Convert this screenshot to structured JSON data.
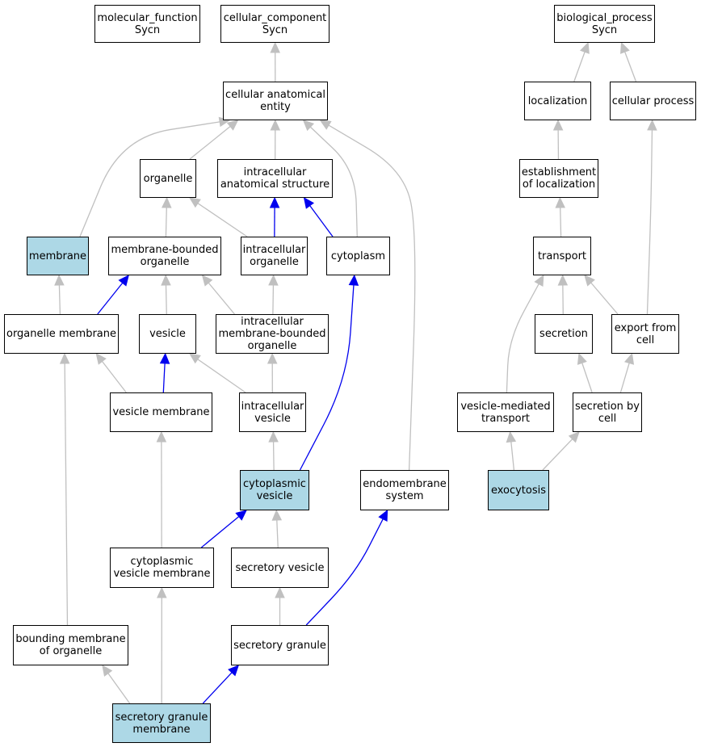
{
  "colors": {
    "background": "#ffffff",
    "highlight_fill": "#add8e6",
    "edge_gray": "#c0c0c0",
    "edge_blue": "#0000ee",
    "node_border": "#000000"
  },
  "nodes": [
    {
      "id": "molecular_function",
      "label": "molecular_function\nSycn",
      "highlight": false
    },
    {
      "id": "cellular_component",
      "label": "cellular_component\nSycn",
      "highlight": false
    },
    {
      "id": "biological_process",
      "label": "biological_process\nSycn",
      "highlight": false
    },
    {
      "id": "cellular_anatomical_entity",
      "label": "cellular anatomical\nentity",
      "highlight": false
    },
    {
      "id": "localization",
      "label": "localization",
      "highlight": false
    },
    {
      "id": "cellular_process",
      "label": "cellular process",
      "highlight": false
    },
    {
      "id": "organelle",
      "label": "organelle",
      "highlight": false
    },
    {
      "id": "intracellular_anatomical_structure",
      "label": "intracellular\nanatomical structure",
      "highlight": false
    },
    {
      "id": "establishment_of_localization",
      "label": "establishment\nof localization",
      "highlight": false
    },
    {
      "id": "membrane",
      "label": "membrane",
      "highlight": true
    },
    {
      "id": "membrane_bounded_organelle",
      "label": "membrane-bounded\norganelle",
      "highlight": false
    },
    {
      "id": "intracellular_organelle",
      "label": "intracellular\norganelle",
      "highlight": false
    },
    {
      "id": "cytoplasm",
      "label": "cytoplasm",
      "highlight": false
    },
    {
      "id": "transport",
      "label": "transport",
      "highlight": false
    },
    {
      "id": "organelle_membrane",
      "label": "organelle membrane",
      "highlight": false
    },
    {
      "id": "vesicle",
      "label": "vesicle",
      "highlight": false
    },
    {
      "id": "intracellular_membrane_bounded_organelle",
      "label": "intracellular\nmembrane-bounded\norganelle",
      "highlight": false
    },
    {
      "id": "secretion",
      "label": "secretion",
      "highlight": false
    },
    {
      "id": "export_from_cell",
      "label": "export from\ncell",
      "highlight": false
    },
    {
      "id": "vesicle_membrane",
      "label": "vesicle membrane",
      "highlight": false
    },
    {
      "id": "intracellular_vesicle",
      "label": "intracellular\nvesicle",
      "highlight": false
    },
    {
      "id": "vesicle_mediated_transport",
      "label": "vesicle-mediated\ntransport",
      "highlight": false
    },
    {
      "id": "secretion_by_cell",
      "label": "secretion by\ncell",
      "highlight": false
    },
    {
      "id": "cytoplasmic_vesicle",
      "label": "cytoplasmic\nvesicle",
      "highlight": true
    },
    {
      "id": "endomembrane_system",
      "label": "endomembrane\nsystem",
      "highlight": false
    },
    {
      "id": "exocytosis",
      "label": "exocytosis",
      "highlight": true
    },
    {
      "id": "cytoplasmic_vesicle_membrane",
      "label": "cytoplasmic\nvesicle membrane",
      "highlight": false
    },
    {
      "id": "secretory_vesicle",
      "label": "secretory vesicle",
      "highlight": false
    },
    {
      "id": "bounding_membrane_of_organelle",
      "label": "bounding membrane\nof organelle",
      "highlight": false
    },
    {
      "id": "secretory_granule",
      "label": "secretory granule",
      "highlight": false
    },
    {
      "id": "secretory_granule_membrane",
      "label": "secretory granule\nmembrane",
      "highlight": true
    }
  ],
  "edges": [
    {
      "from": "cellular_anatomical_entity",
      "to": "cellular_component",
      "color": "gray"
    },
    {
      "from": "localization",
      "to": "biological_process",
      "color": "gray"
    },
    {
      "from": "cellular_process",
      "to": "biological_process",
      "color": "gray"
    },
    {
      "from": "organelle",
      "to": "cellular_anatomical_entity",
      "color": "gray"
    },
    {
      "from": "intracellular_anatomical_structure",
      "to": "cellular_anatomical_entity",
      "color": "gray"
    },
    {
      "from": "membrane",
      "to": "cellular_anatomical_entity",
      "color": "gray"
    },
    {
      "from": "cytoplasm",
      "to": "cellular_anatomical_entity",
      "color": "gray"
    },
    {
      "from": "endomembrane_system",
      "to": "cellular_anatomical_entity",
      "color": "gray"
    },
    {
      "from": "establishment_of_localization",
      "to": "localization",
      "color": "gray"
    },
    {
      "from": "membrane_bounded_organelle",
      "to": "organelle",
      "color": "gray"
    },
    {
      "from": "intracellular_organelle",
      "to": "organelle",
      "color": "gray"
    },
    {
      "from": "intracellular_organelle",
      "to": "intracellular_anatomical_structure",
      "color": "blue"
    },
    {
      "from": "cytoplasm",
      "to": "intracellular_anatomical_structure",
      "color": "blue"
    },
    {
      "from": "transport",
      "to": "establishment_of_localization",
      "color": "gray"
    },
    {
      "from": "organelle_membrane",
      "to": "membrane",
      "color": "gray"
    },
    {
      "from": "organelle_membrane",
      "to": "membrane_bounded_organelle",
      "color": "blue"
    },
    {
      "from": "vesicle",
      "to": "membrane_bounded_organelle",
      "color": "gray"
    },
    {
      "from": "intracellular_membrane_bounded_organelle",
      "to": "membrane_bounded_organelle",
      "color": "gray"
    },
    {
      "from": "intracellular_membrane_bounded_organelle",
      "to": "intracellular_organelle",
      "color": "gray"
    },
    {
      "from": "secretion",
      "to": "transport",
      "color": "gray"
    },
    {
      "from": "export_from_cell",
      "to": "transport",
      "color": "gray"
    },
    {
      "from": "export_from_cell",
      "to": "cellular_process",
      "color": "gray"
    },
    {
      "from": "vesicle_membrane",
      "to": "organelle_membrane",
      "color": "gray"
    },
    {
      "from": "vesicle_membrane",
      "to": "vesicle",
      "color": "blue"
    },
    {
      "from": "intracellular_vesicle",
      "to": "vesicle",
      "color": "gray"
    },
    {
      "from": "intracellular_vesicle",
      "to": "intracellular_membrane_bounded_organelle",
      "color": "gray"
    },
    {
      "from": "vesicle_mediated_transport",
      "to": "transport",
      "color": "gray"
    },
    {
      "from": "secretion_by_cell",
      "to": "secretion",
      "color": "gray"
    },
    {
      "from": "secretion_by_cell",
      "to": "export_from_cell",
      "color": "gray"
    },
    {
      "from": "cytoplasmic_vesicle",
      "to": "intracellular_vesicle",
      "color": "gray"
    },
    {
      "from": "cytoplasmic_vesicle",
      "to": "cytoplasm",
      "color": "blue"
    },
    {
      "from": "exocytosis",
      "to": "vesicle_mediated_transport",
      "color": "gray"
    },
    {
      "from": "exocytosis",
      "to": "secretion_by_cell",
      "color": "gray"
    },
    {
      "from": "cytoplasmic_vesicle_membrane",
      "to": "vesicle_membrane",
      "color": "gray"
    },
    {
      "from": "cytoplasmic_vesicle_membrane",
      "to": "cytoplasmic_vesicle",
      "color": "blue"
    },
    {
      "from": "secretory_vesicle",
      "to": "cytoplasmic_vesicle",
      "color": "gray"
    },
    {
      "from": "bounding_membrane_of_organelle",
      "to": "organelle_membrane",
      "color": "gray"
    },
    {
      "from": "secretory_granule",
      "to": "secretory_vesicle",
      "color": "gray"
    },
    {
      "from": "secretory_granule",
      "to": "endomembrane_system",
      "color": "blue"
    },
    {
      "from": "secretory_granule_membrane",
      "to": "bounding_membrane_of_organelle",
      "color": "gray"
    },
    {
      "from": "secretory_granule_membrane",
      "to": "cytoplasmic_vesicle_membrane",
      "color": "gray"
    },
    {
      "from": "secretory_granule_membrane",
      "to": "secretory_granule",
      "color": "blue"
    }
  ]
}
